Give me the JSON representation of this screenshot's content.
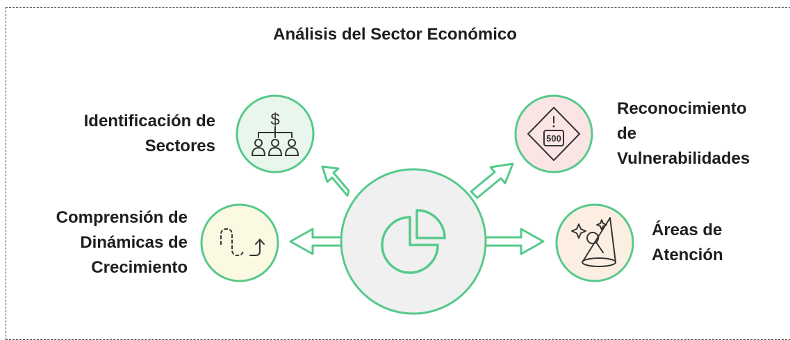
{
  "title": "Análisis del Sector Económico",
  "items": [
    {
      "lines": [
        "Identificación de",
        "Sectores"
      ],
      "icon": "org-chart-dollar-icon",
      "color": "#e9f6ec"
    },
    {
      "lines": [
        "Reconocimiento",
        "de",
        "Vulnerabilidades"
      ],
      "icon": "warning-500-sign-icon",
      "badge": "500",
      "color": "#fbe4e4"
    },
    {
      "lines": [
        "Comprensión de",
        "Dinámicas de",
        "Crecimiento"
      ],
      "icon": "growth-path-icon",
      "color": "#fcf9e3"
    },
    {
      "lines": [
        "Áreas de",
        "Atención"
      ],
      "icon": "spotlight-microphone-icon",
      "color": "#fcefe2"
    }
  ],
  "center": {
    "icon": "pie-chart-icon",
    "color": "#f0f0f0"
  },
  "accent": "#55c98a"
}
